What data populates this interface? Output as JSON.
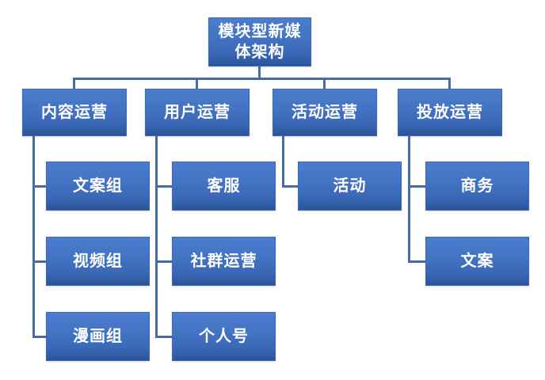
{
  "org_chart": {
    "type": "org-tree",
    "root": {
      "label": "模块型新媒体架构"
    },
    "branches": [
      {
        "label": "内容运营",
        "children": [
          {
            "label": "文案组"
          },
          {
            "label": "视频组"
          },
          {
            "label": "漫画组"
          }
        ]
      },
      {
        "label": "用户运营",
        "children": [
          {
            "label": "客服"
          },
          {
            "label": "社群运营"
          },
          {
            "label": "个人号"
          }
        ]
      },
      {
        "label": "活动运营",
        "children": [
          {
            "label": "活动"
          }
        ]
      },
      {
        "label": "投放运营",
        "children": [
          {
            "label": "商务"
          },
          {
            "label": "文案"
          }
        ]
      }
    ],
    "colors": {
      "background": "#ffffff",
      "box_top": "#4c7ccc",
      "box_bottom": "#2b5394",
      "box_border": "#3f6ab3",
      "connector": "#486ca8",
      "text": "#ffffff"
    }
  }
}
